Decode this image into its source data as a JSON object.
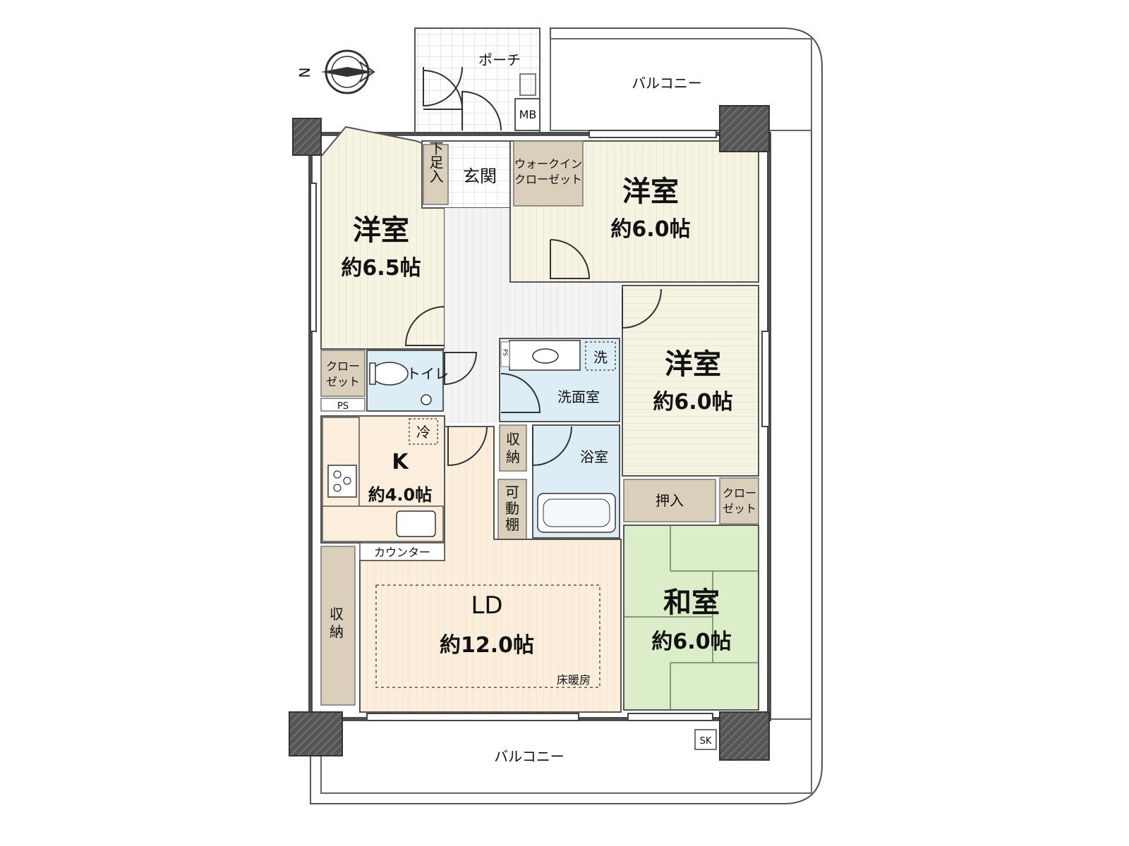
{
  "compass": {
    "label": "N"
  },
  "rooms": {
    "porch": "ポーチ",
    "meter_box": "MB",
    "balcony_top": "バルコニー",
    "balcony_bottom": "バルコニー",
    "shoe_storage": "下足入",
    "entrance": "玄関",
    "walk_in_closet_line1": "ウォークイン",
    "walk_in_closet_line2": "クローゼット",
    "western_nw": {
      "name": "洋室",
      "size": "約6.5帖"
    },
    "western_ne": {
      "name": "洋室",
      "size": "約6.0帖"
    },
    "western_e": {
      "name": "洋室",
      "size": "約6.0帖"
    },
    "closet_w_line1": "クロー",
    "closet_w_line2": "ゼット",
    "pipe_space": "PS",
    "toilet": "トイレ",
    "pipe_space_small": "PS",
    "washer_mark": "洗",
    "washroom": "洗面室",
    "bathroom": "浴室",
    "storage_mid_line1": "収",
    "storage_mid_line2": "納",
    "movable_shelf_1": "可",
    "movable_shelf_2": "動",
    "movable_shelf_3": "棚",
    "fridge_mark": "冷",
    "kitchen": {
      "name": "K",
      "size": "約4.0帖"
    },
    "counter": "カウンター",
    "storage_left_line1": "収",
    "storage_left_line2": "納",
    "living_dining": {
      "name": "LD",
      "size": "約12.0帖"
    },
    "floor_heating": "床暖房",
    "oshiire": "押入",
    "closet_e_line1": "クロー",
    "closet_e_line2": "ゼット",
    "japanese": {
      "name": "和室",
      "size": "約6.0帖"
    },
    "slop_sink": "SK"
  },
  "colors": {
    "western_floor": "#f5f3e2",
    "ld_floor": "#fbeedd",
    "japanese_floor": "#dcedc9",
    "wet_area": "#dcedf6",
    "storage": "#d9cfba",
    "hall_floor": "#f2f2f2",
    "wall": "#4d4d4d"
  }
}
